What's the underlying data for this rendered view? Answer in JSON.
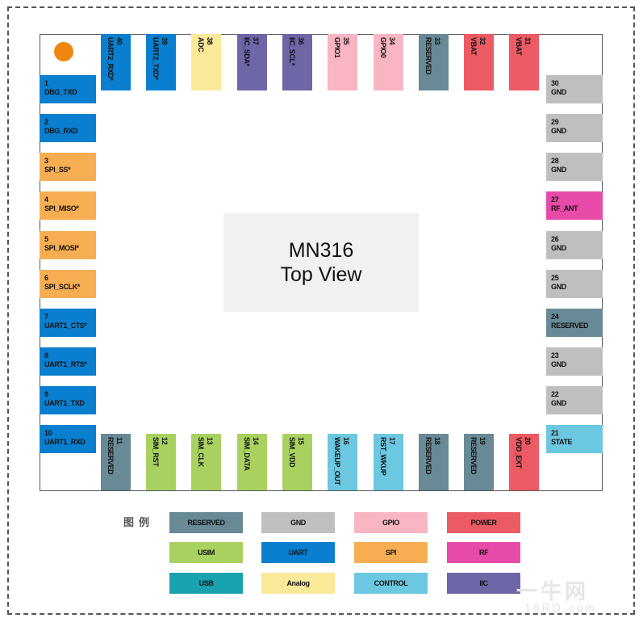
{
  "title": {
    "line1": "MN316",
    "line2": "Top View"
  },
  "colors": {
    "RESERVED": "#678a96",
    "GND": "#bfbfbf",
    "GPIO": "#f9b6c2",
    "POWER": "#ec5a64",
    "USIM": "#a9d160",
    "UART": "#0b7fcf",
    "SPI": "#f7ae53",
    "RF": "#e84aa9",
    "USB": "#19a3ae",
    "Analog": "#fbe99a",
    "CONTROL": "#6cc7e0",
    "IIC": "#6d66a7",
    "pin1_marker": "#f0860f"
  },
  "pins": {
    "left": [
      {
        "num": "1",
        "name": "DBG_TXD",
        "type": "UART"
      },
      {
        "num": "2",
        "name": "DBG_RXD",
        "type": "UART"
      },
      {
        "num": "3",
        "name": "SPI_SS*",
        "type": "SPI"
      },
      {
        "num": "4",
        "name": "SPI_MISO*",
        "type": "SPI"
      },
      {
        "num": "5",
        "name": "SPI_MOSI*",
        "type": "SPI"
      },
      {
        "num": "6",
        "name": "SPI_SCLK*",
        "type": "SPI"
      },
      {
        "num": "7",
        "name": "UART1_CTS*",
        "type": "UART"
      },
      {
        "num": "8",
        "name": "UART1_RTS*",
        "type": "UART"
      },
      {
        "num": "9",
        "name": "UART1_TXD",
        "type": "UART"
      },
      {
        "num": "10",
        "name": "UART1_RXD",
        "type": "UART"
      }
    ],
    "bottom": [
      {
        "num": "11",
        "name": "RESERVED",
        "type": "RESERVED"
      },
      {
        "num": "12",
        "name": "SIM_RST",
        "type": "USIM"
      },
      {
        "num": "13",
        "name": "SIM_CLK",
        "type": "USIM"
      },
      {
        "num": "14",
        "name": "SIM_DATA",
        "type": "USIM"
      },
      {
        "num": "15",
        "name": "SIM_VDD",
        "type": "USIM"
      },
      {
        "num": "16",
        "name": "WAKEUP_OUT",
        "type": "CONTROL"
      },
      {
        "num": "17",
        "name": "RST_WKUP",
        "type": "CONTROL"
      },
      {
        "num": "18",
        "name": "RESERVED",
        "type": "RESERVED"
      },
      {
        "num": "19",
        "name": "RESERVED",
        "type": "RESERVED"
      },
      {
        "num": "20",
        "name": "VDD_EXT",
        "type": "POWER"
      }
    ],
    "right": [
      {
        "num": "30",
        "name": "GND",
        "type": "GND"
      },
      {
        "num": "29",
        "name": "GND",
        "type": "GND"
      },
      {
        "num": "28",
        "name": "GND",
        "type": "GND"
      },
      {
        "num": "27",
        "name": "RF_ANT",
        "type": "RF"
      },
      {
        "num": "26",
        "name": "GND",
        "type": "GND"
      },
      {
        "num": "25",
        "name": "GND",
        "type": "GND"
      },
      {
        "num": "24",
        "name": "RESERVED",
        "type": "RESERVED"
      },
      {
        "num": "23",
        "name": "GND",
        "type": "GND"
      },
      {
        "num": "22",
        "name": "GND",
        "type": "GND"
      },
      {
        "num": "21",
        "name": "STATE",
        "type": "CONTROL"
      }
    ],
    "top": [
      {
        "num": "40",
        "name": "UART2_RXD*",
        "type": "UART"
      },
      {
        "num": "39",
        "name": "UART2_TXD*",
        "type": "UART"
      },
      {
        "num": "38",
        "name": "ADC",
        "type": "Analog"
      },
      {
        "num": "37",
        "name": "IIC_SDA*",
        "type": "IIC"
      },
      {
        "num": "36",
        "name": "IIC_SCL*",
        "type": "IIC"
      },
      {
        "num": "35",
        "name": "GPIO1",
        "type": "GPIO"
      },
      {
        "num": "34",
        "name": "GPIO0",
        "type": "GPIO"
      },
      {
        "num": "33",
        "name": "RESERVED",
        "type": "RESERVED"
      },
      {
        "num": "32",
        "name": "VBAT",
        "type": "POWER"
      },
      {
        "num": "31",
        "name": "VBAT",
        "type": "POWER"
      }
    ]
  },
  "legend": {
    "title": "图例",
    "items": [
      {
        "label": "RESERVED",
        "type": "RESERVED"
      },
      {
        "label": "GND",
        "type": "GND"
      },
      {
        "label": "GPIO",
        "type": "GPIO"
      },
      {
        "label": "POWER",
        "type": "POWER"
      },
      {
        "label": "USIM",
        "type": "USIM"
      },
      {
        "label": "UART",
        "type": "UART"
      },
      {
        "label": "SPI",
        "type": "SPI"
      },
      {
        "label": "RF",
        "type": "RF"
      },
      {
        "label": "USB",
        "type": "USB"
      },
      {
        "label": "Analog",
        "type": "Analog"
      },
      {
        "label": "CONTROL",
        "type": "CONTROL"
      },
      {
        "label": "IIC",
        "type": "IIC"
      }
    ]
  },
  "watermark": {
    "line1": "一牛网",
    "line2": "16RD.com"
  }
}
